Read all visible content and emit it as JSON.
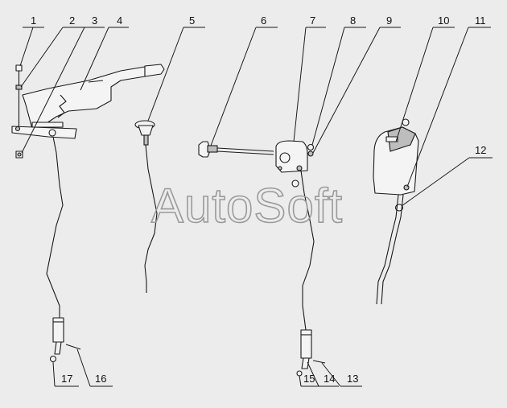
{
  "diagram": {
    "watermark": "AutoSoft",
    "callouts": [
      {
        "id": 1,
        "label": "1"
      },
      {
        "id": 2,
        "label": "2"
      },
      {
        "id": 3,
        "label": "3"
      },
      {
        "id": 4,
        "label": "4"
      },
      {
        "id": 5,
        "label": "5"
      },
      {
        "id": 6,
        "label": "6"
      },
      {
        "id": 7,
        "label": "7"
      },
      {
        "id": 8,
        "label": "8"
      },
      {
        "id": 9,
        "label": "9"
      },
      {
        "id": 10,
        "label": "10"
      },
      {
        "id": 11,
        "label": "11"
      },
      {
        "id": 12,
        "label": "12"
      },
      {
        "id": 13,
        "label": "13"
      },
      {
        "id": 14,
        "label": "14"
      },
      {
        "id": 15,
        "label": "15"
      },
      {
        "id": 16,
        "label": "16"
      },
      {
        "id": 17,
        "label": "17"
      }
    ]
  }
}
